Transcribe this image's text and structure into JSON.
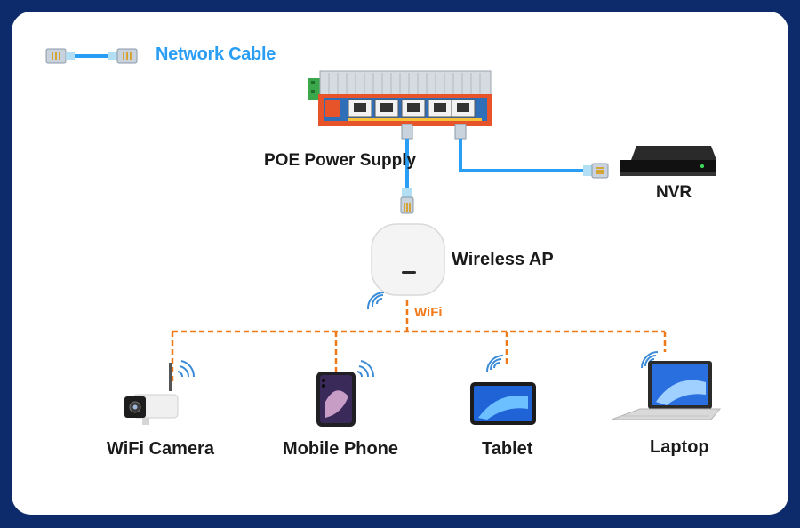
{
  "legend": {
    "cable_label": "Network Cable"
  },
  "nodes": {
    "poe_supply": "POE Power Supply",
    "nvr": "NVR",
    "wireless_ap": "Wireless AP",
    "wifi": "WiFi",
    "wifi_camera": "WiFi Camera",
    "mobile_phone": "Mobile Phone",
    "tablet": "Tablet",
    "laptop": "Laptop"
  },
  "colors": {
    "frame": "#0d2a6b",
    "cable": "#2a9df4",
    "wifi_link": "#f07a1a",
    "switch_accent": "#e8542a"
  }
}
